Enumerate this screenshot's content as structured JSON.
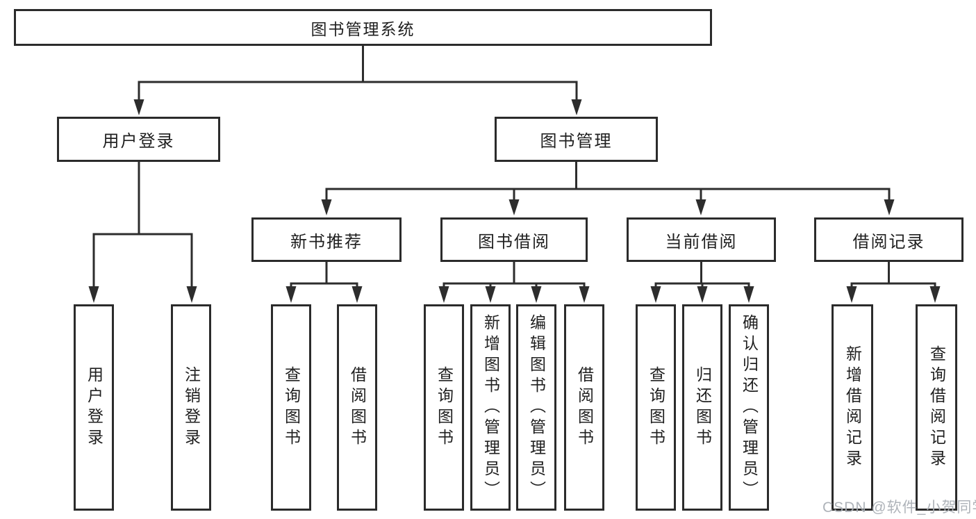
{
  "diagram_type": "hierarchy-tree",
  "watermark": "CSDN @软件_小贺同学",
  "colors": {
    "line": "#2d2d2d",
    "box_border": "#2b2b2b",
    "box_background": "#ffffff",
    "text": "#1f1f1f",
    "watermark": "#aaafb5"
  },
  "tree": {
    "label": "图书管理系统",
    "children": [
      {
        "label": "用户登录",
        "children": [
          {
            "label": "用户登录"
          },
          {
            "label": "注销登录"
          }
        ]
      },
      {
        "label": "图书管理",
        "children": [
          {
            "label": "新书推荐",
            "children": [
              {
                "label": "查询图书"
              },
              {
                "label": "借阅图书"
              }
            ]
          },
          {
            "label": "图书借阅",
            "children": [
              {
                "label": "查询图书"
              },
              {
                "label": "新增图书（管理员）"
              },
              {
                "label": "编辑图书（管理员）"
              },
              {
                "label": "借阅图书"
              }
            ]
          },
          {
            "label": "当前借阅",
            "children": [
              {
                "label": "查询图书"
              },
              {
                "label": "归还图书"
              },
              {
                "label": "确认归还（管理员）"
              }
            ]
          },
          {
            "label": "借阅记录",
            "children": [
              {
                "label": "新增借阅记录"
              },
              {
                "label": "查询借阅记录"
              }
            ]
          }
        ]
      }
    ]
  }
}
